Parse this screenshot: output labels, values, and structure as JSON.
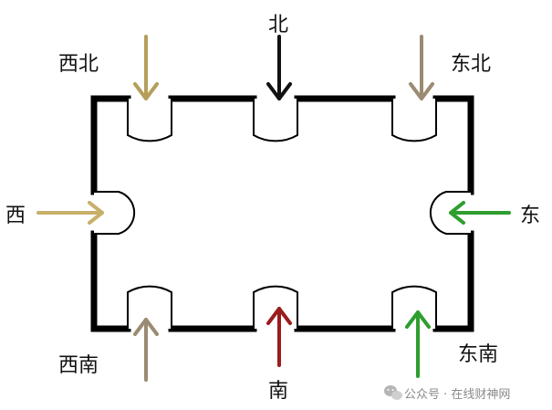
{
  "directions": {
    "north": "北",
    "northwest": "西北",
    "northeast": "东北",
    "west": "西",
    "east": "东",
    "southwest": "西南",
    "south": "南",
    "southeast": "东南"
  },
  "arrow_colors": {
    "north": "#111111",
    "northwest": "#b59f5a",
    "northeast": "#9a8b72",
    "west": "#c9b06a",
    "east": "#2e9e2e",
    "southwest": "#9a8b72",
    "south": "#9b1c1c",
    "southeast": "#2e9e2e"
  },
  "watermark": {
    "text": "公众号 · 在线财神网",
    "icon": "wechat-icon"
  }
}
